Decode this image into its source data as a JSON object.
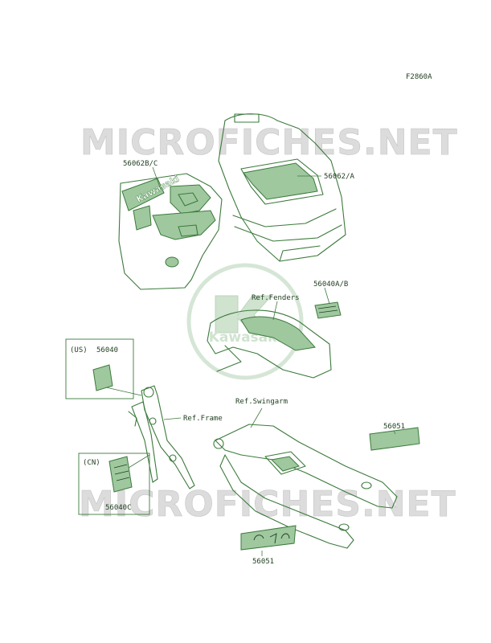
{
  "figure_code": "F2860A",
  "watermark": {
    "text": "MICROFICHES.NET",
    "logo_text": "Kawasaki"
  },
  "tank_decal_label": "Kawasaki",
  "colors": {
    "line": "#3c7a3c",
    "fill": "#9fc89f",
    "watermark": "#dcdcdc"
  },
  "labels": {
    "p56062bc": "56062B/C",
    "p56062a": "56062/A",
    "p56040ab": "56040A/B",
    "ref_fenders": "Ref.Fenders",
    "us": "(US)",
    "p56040": "56040",
    "ref_frame": "Ref.Frame",
    "ref_swingarm": "Ref.Swingarm",
    "p56051_right": "56051",
    "cn": "(CN)",
    "p56040c": "56040C",
    "p56051_bottom": "56051"
  }
}
